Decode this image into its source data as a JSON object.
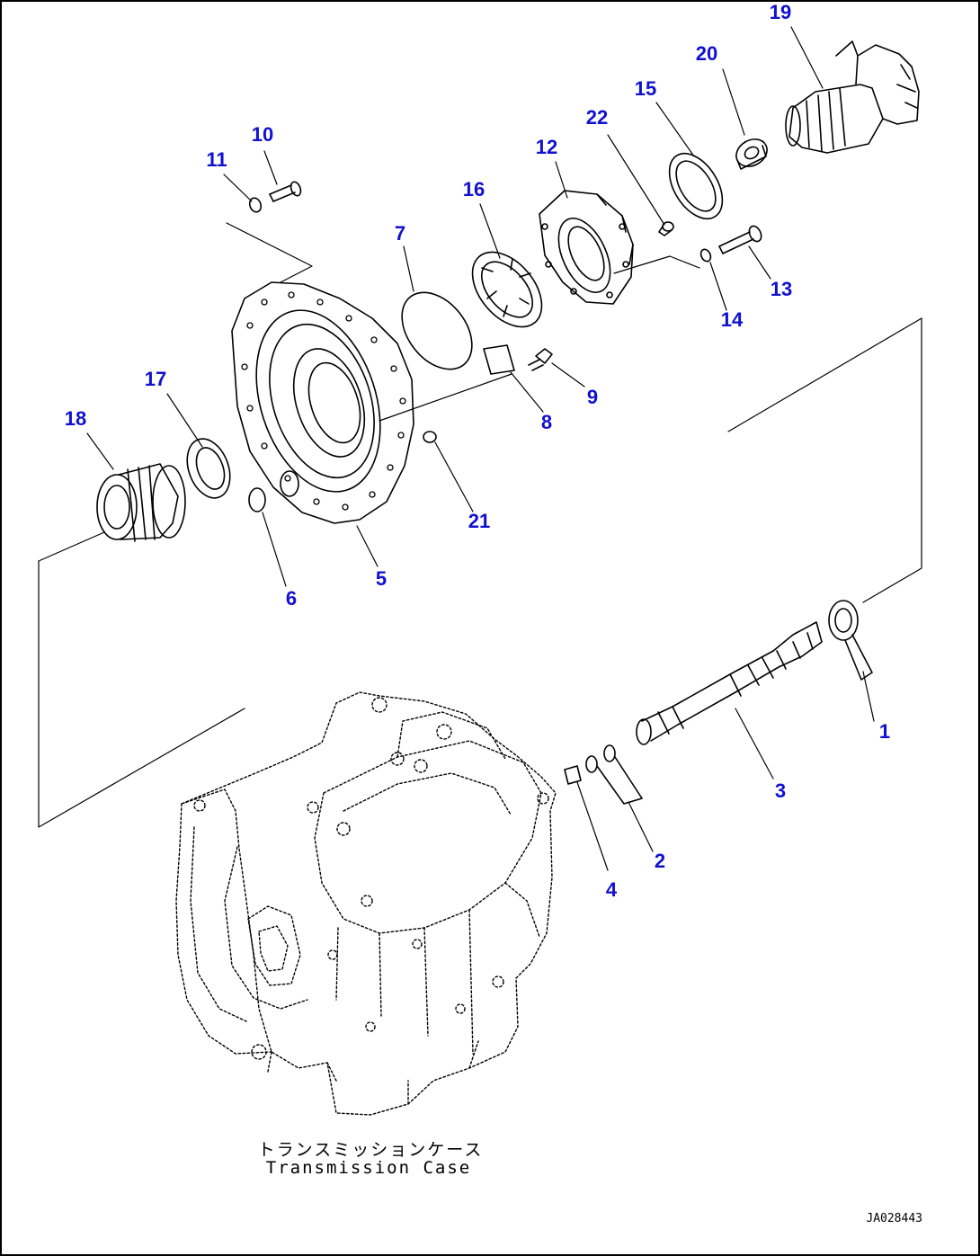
{
  "diagram": {
    "caption_ja": "トランスミッションケース",
    "caption_en": "Transmission Case",
    "drawing_id": "JA028443",
    "label_color": "#1010d0",
    "line_color": "#000000",
    "parts": [
      {
        "id": "1",
        "label": "1"
      },
      {
        "id": "2",
        "label": "2"
      },
      {
        "id": "3",
        "label": "3"
      },
      {
        "id": "4",
        "label": "4"
      },
      {
        "id": "5",
        "label": "5"
      },
      {
        "id": "6",
        "label": "6"
      },
      {
        "id": "7",
        "label": "7"
      },
      {
        "id": "8",
        "label": "8"
      },
      {
        "id": "9",
        "label": "9"
      },
      {
        "id": "10",
        "label": "10"
      },
      {
        "id": "11",
        "label": "11"
      },
      {
        "id": "12",
        "label": "12"
      },
      {
        "id": "13",
        "label": "13"
      },
      {
        "id": "14",
        "label": "14"
      },
      {
        "id": "15",
        "label": "15"
      },
      {
        "id": "16",
        "label": "16"
      },
      {
        "id": "17",
        "label": "17"
      },
      {
        "id": "18",
        "label": "18"
      },
      {
        "id": "19",
        "label": "19"
      },
      {
        "id": "20",
        "label": "20"
      },
      {
        "id": "21",
        "label": "21"
      },
      {
        "id": "22",
        "label": "22"
      }
    ]
  }
}
